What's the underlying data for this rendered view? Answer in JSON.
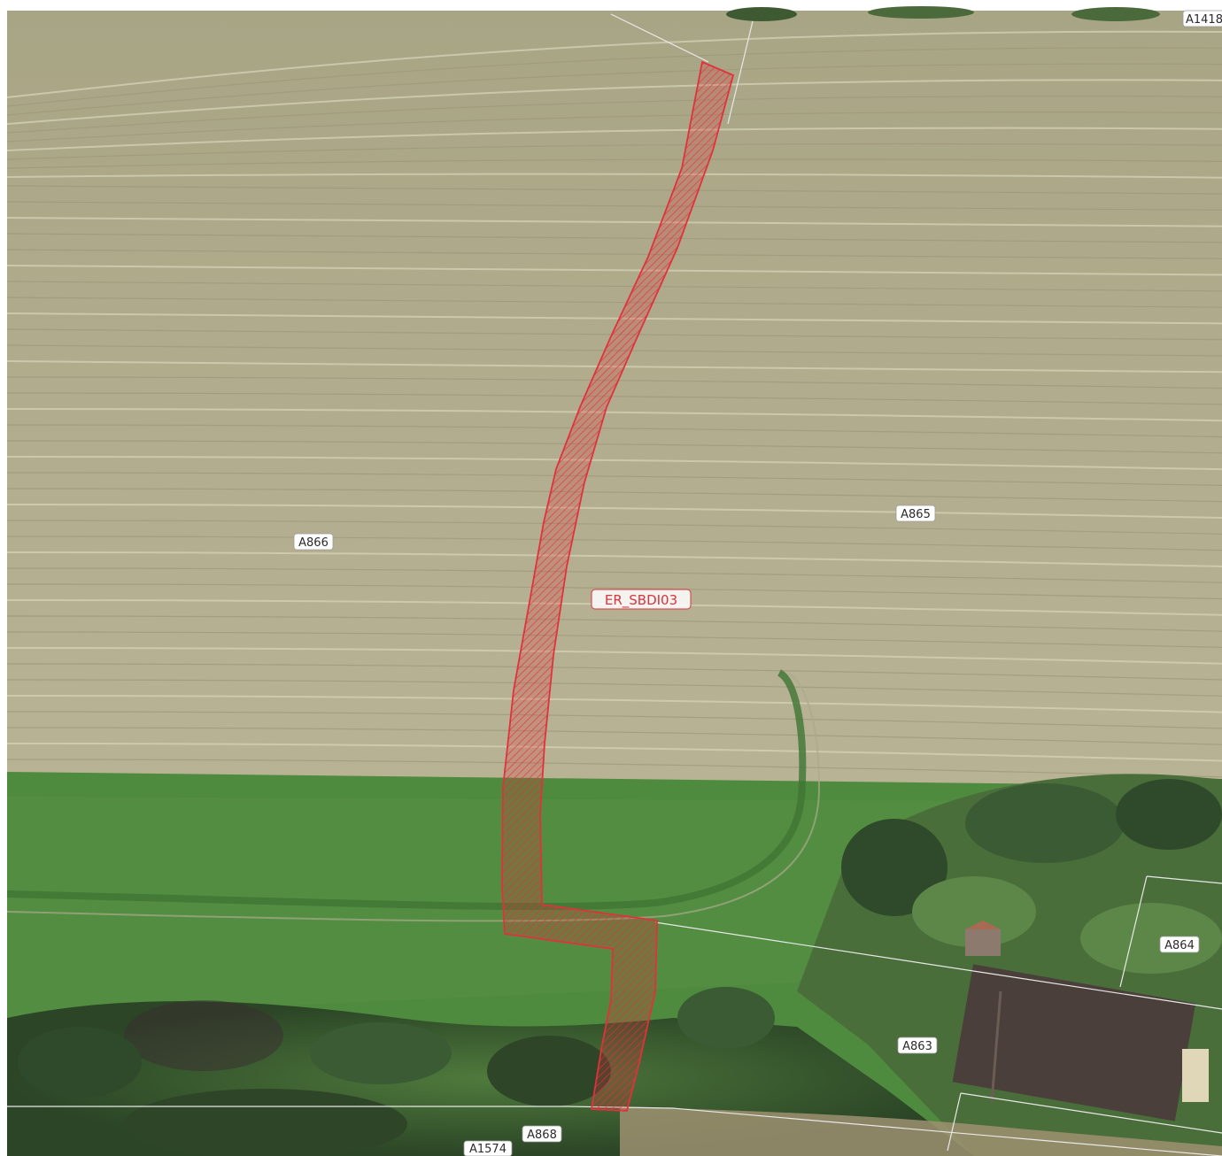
{
  "route": {
    "label": "ER_SBDI03",
    "color": "#e0323c"
  },
  "parcels": [
    {
      "id": "parcel-a1418",
      "label": "A1418"
    },
    {
      "id": "parcel-a866",
      "label": "A866"
    },
    {
      "id": "parcel-a865",
      "label": "A865"
    },
    {
      "id": "parcel-a864",
      "label": "A864"
    },
    {
      "id": "parcel-a863",
      "label": "A863"
    },
    {
      "id": "parcel-a868",
      "label": "A868"
    },
    {
      "id": "parcel-a1574",
      "label": "A1574"
    }
  ],
  "colors": {
    "field_light": "#b7b191",
    "meadow_green": "#4e8a3d",
    "forest_dark": "#2f4a2a",
    "roof_dark": "#4a3f3a",
    "parcel_boundary": "#e8e8e8"
  }
}
